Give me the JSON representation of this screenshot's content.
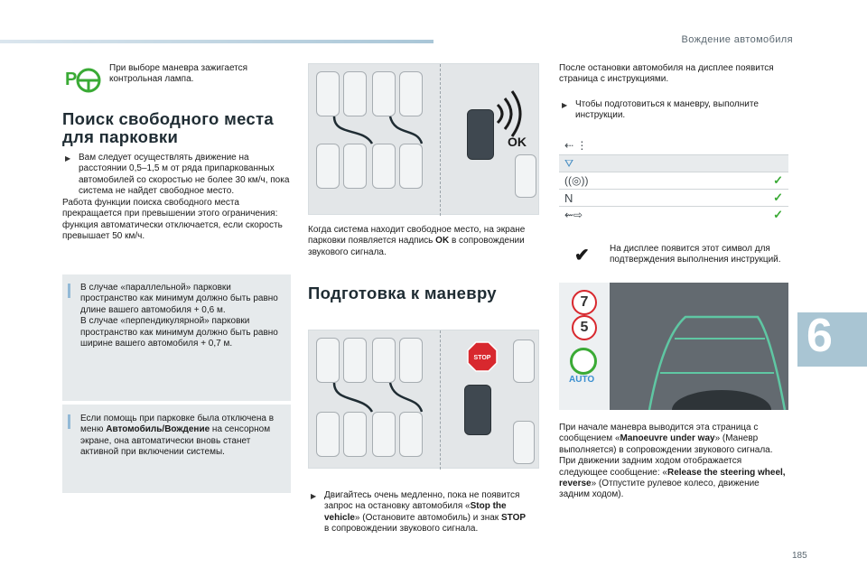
{
  "header": {
    "section_title": "Вождение автомобиля",
    "page_number": "185",
    "chapter_number": "6"
  },
  "left": {
    "lamp_text": "При выборе маневра зажигается\nконтрольная лампа.",
    "heading_line1": "Поиск свободного места",
    "heading_line2": "для парковки",
    "bullet1": "Вам следует осуществлять движение на\nрасстоянии 0,5–1,5 м от ряда припаркованных\nавтомобилей со скоростью не более 30 км/ч, пока\nсистема не найдет свободное место.",
    "para1": "Работа функции поиска свободного места\nпрекращается при превышении этого ограничения:\nфункция автоматически отключается, если скорость\nпревышает 50 км/ч.",
    "note1": "В случае «параллельной» парковки\nпространство как минимум должно быть равно\nдлине вашего автомобиля + 0,6 м.\nВ случае «перпендикулярной» парковки\nпространство как минимум должно быть равно\nширине вашего автомобиля + 0,7 м.",
    "note2_part1": "Если помощь при парковке была отключена в\nменю ",
    "note2_bold": "Автомобиль/Вождение",
    "note2_part2": " на сенсорном\nэкране, она автоматически вновь станет\nактивной при включении системы."
  },
  "middle": {
    "caption1_part1": "Когда система находит свободное место, на экране\nпарковки появляется надпись ",
    "caption1_bold": "OK",
    "caption1_part2": " в сопровождении\nзвукового сигнала.",
    "heading2": "Подготовка к маневру",
    "ok_label": "OK",
    "stop_label": "STOP",
    "bullet2_part1": "Двигайтесь очень медленно, пока не появится\nзапрос на остановку автомобиля «",
    "bullet2_bold1": "Stop the\nvehicle",
    "bullet2_part2": "» (Остановите автомобиль) и знак ",
    "bullet2_bold2": "STOP",
    "bullet2_part3": "\nв сопровождении звукового сигнала."
  },
  "right": {
    "para_top": "После остановки автомобиля на дисплее появится\nстраница с инструкциями.",
    "bullet3": "Чтобы подготовиться к маневру, выполните\nинструкции.",
    "menu_icons": [
      "arrow-left-icon",
      "park-assist-icon",
      "steering-sensor-icon",
      "neutral-n-icon",
      "direction-arrows-icon"
    ],
    "menu_n": "N",
    "check_text": "На дисплее появится этот символ для\nподтверждения выполнения инструкций.",
    "camera_labels": {
      "seven": "7",
      "five": "5",
      "auto": "AUTO"
    },
    "bottom_part1": "При начале маневра выводится эта страница с\nсообщением «",
    "bottom_bold1": "Manoeuvre under way",
    "bottom_part2": "» (Маневр\nвыполняется) в сопровождении звукового сигнала.\nПри движении задним ходом отображается\nследующее сообщение: «",
    "bottom_bold2": "Release the steering wheel,\nreverse",
    "bottom_part3": "» (Отпустите рулевое колесо, движение\nзадним ходом)."
  },
  "colors": {
    "accent_blue": "#92b9d6",
    "lamp_green": "#3aaa35",
    "stop_red": "#d8282e"
  }
}
